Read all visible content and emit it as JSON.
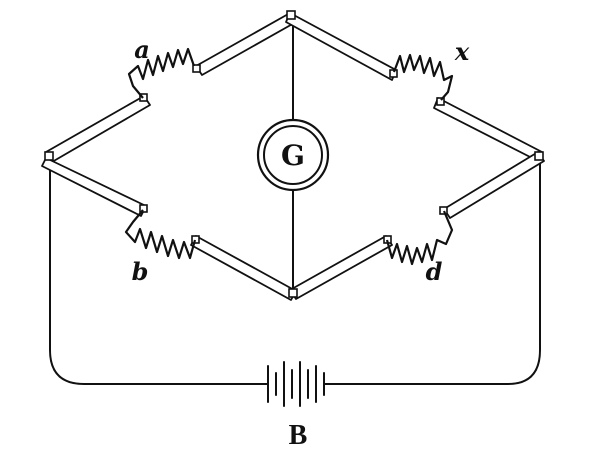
{
  "galvanometer": {
    "label": "G"
  },
  "battery": {
    "label": "B"
  },
  "resistors": [
    {
      "id": "a",
      "label": "a"
    },
    {
      "id": "x",
      "label": "x"
    },
    {
      "id": "b",
      "label": "b"
    },
    {
      "id": "d",
      "label": "d"
    }
  ]
}
